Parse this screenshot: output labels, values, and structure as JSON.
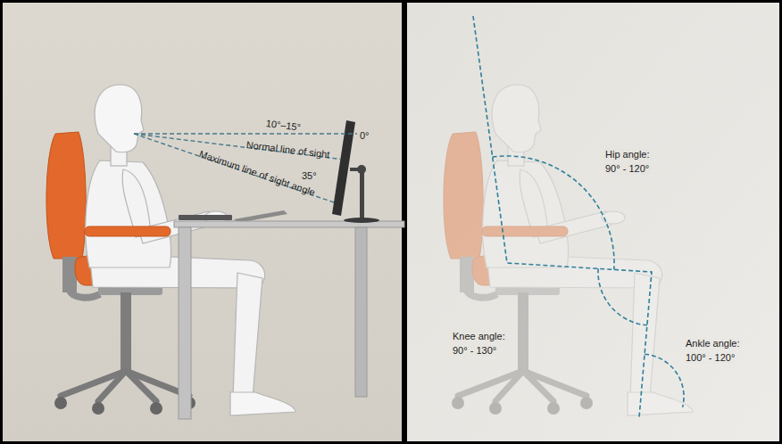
{
  "diagram": {
    "labels": [
      "0°",
      "10°–15°",
      "Normal line of sight",
      "Maximum line of sight angle",
      "35°",
      "Hip angle:",
      "90° - 120°",
      "Knee angle:",
      "90° - 130°",
      "Ankle angle:",
      "100° - 120°"
    ]
  }
}
